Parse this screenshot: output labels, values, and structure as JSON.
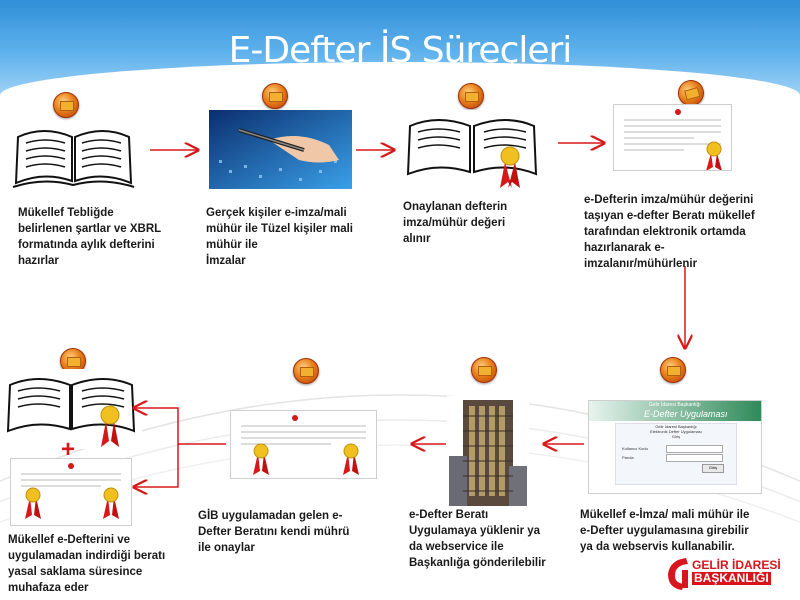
{
  "title": "E-Defter İŞ Süreçleri",
  "steps": [
    {
      "caption": "Mükellef Tebliğde\nbelirlenen şartlar ve XBRL\nformatında aylık defterini\nhazırlar"
    },
    {
      "caption": "Gerçek kişiler e-imza/mali\nmühür  ile Tüzel  kişiler mali\nmühür ile\nİmzalar"
    },
    {
      "caption": "Onaylanan defterin\nimza/mühür değeri\nalınır"
    },
    {
      "caption": "e-Defterin imza/mühür değerini\ntaşıyan e-defter Beratı mükellef\ntarafından elektronik ortamda\nhazırlanarak e-\nimzalanır/mühürlenir"
    },
    {
      "caption": "Mükellef e-İmza/ mali mühür ile\ne-Defter uygulamasına  girebilir\nya da webservis  kullanabilir."
    },
    {
      "caption": "e-Defter Beratı\nUygulamaya yüklenir ya\nda webservice ile\nBaşkanlığa gönderilebilir"
    },
    {
      "caption": "GİB uygulamadan gelen e-\nDefter Beratını kendi mührü\nile onaylar"
    },
    {
      "caption": "Mükellef e-Defterini ve\nuygulamadan indirdiği beratı\nyasal saklama süresince\nmuhafaza eder"
    }
  ],
  "app_screenshot": {
    "header_small": "Gelir İdaresi Başkanlığı",
    "app_title": "E-Defter Uygulaması",
    "panel_line1": "Gelir İdaresi Başkanlığı",
    "panel_line2": "Elektronik Defter Uygulaması",
    "panel_line3": "Giriş",
    "user_label": "Kullanıcı Kodu",
    "password_label": "Parola",
    "button_label": "Giriş"
  },
  "plus_sign": "+",
  "logo": {
    "line1": "GELİR İDARESİ",
    "line2": "BAŞKANLIĞI"
  },
  "colors": {
    "arrow": "#d81818",
    "title": "#ffffff",
    "header": "#4aa6e6",
    "logo": "#d8141c"
  }
}
